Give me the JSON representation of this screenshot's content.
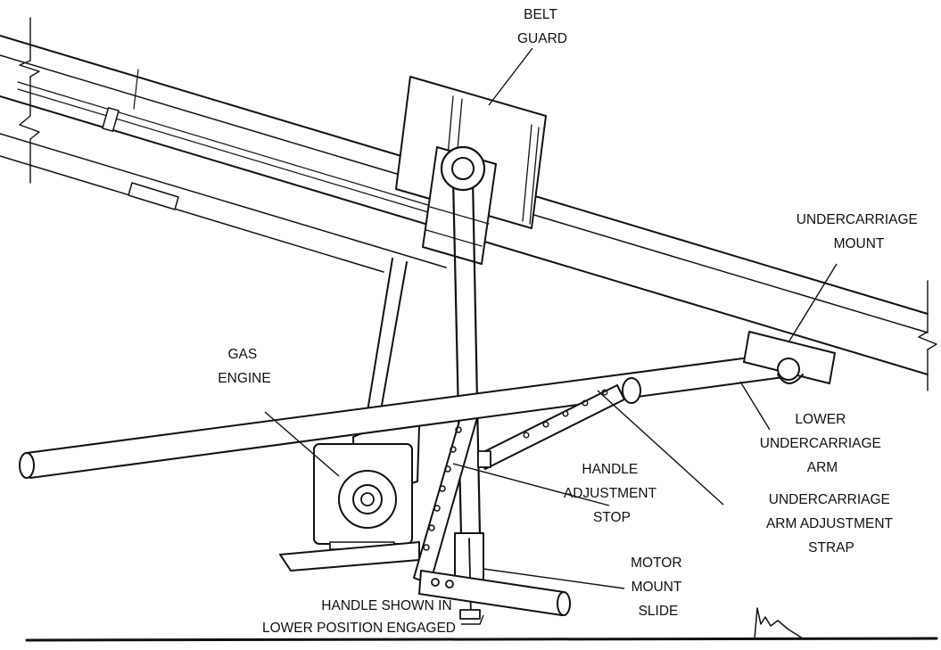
{
  "labels": {
    "belt_guard": [
      "BELT",
      "GUARD"
    ],
    "undercarriage_mount": [
      "UNDERCARRIAGE",
      "MOUNT"
    ],
    "gas_engine": [
      "GAS",
      "ENGINE"
    ],
    "lower_undercarriage_arm": [
      "LOWER",
      "UNDERCARRIAGE",
      "ARM"
    ],
    "handle_adjustment_stop": [
      "HANDLE",
      "ADJUSTMENT",
      "STOP"
    ],
    "undercarriage_arm_adjustment_strap": [
      "UNDERCARRIAGE",
      "ARM ADJUSTMENT",
      "STRAP"
    ],
    "motor_mount_slide": [
      "MOTOR",
      "MOUNT",
      "SLIDE"
    ],
    "handle_lower_position": [
      "HANDLE SHOWN IN",
      "LOWER POSITION ENGAGED"
    ]
  }
}
